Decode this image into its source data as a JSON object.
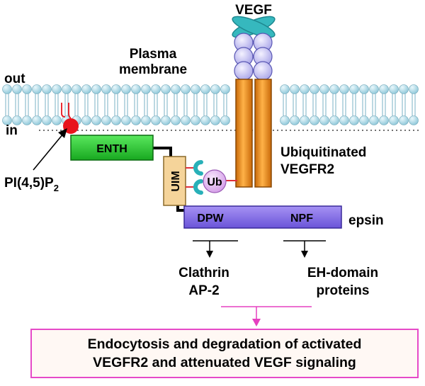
{
  "labels": {
    "vegf": "VEGF",
    "plasma_membrane_line1": "Plasma",
    "plasma_membrane_line2": "membrane",
    "out": "out",
    "in": "in",
    "pip2_main": "PI(4,5)P",
    "pip2_sub": "2",
    "enth": "ENTH",
    "uim": "UIM",
    "ub": "Ub",
    "receptor_line1": "Ubiquitinated",
    "receptor_line2": "VEGFR2",
    "dpw": "DPW",
    "npf": "NPF",
    "epsin": "epsin",
    "clathrin_line1": "Clathrin",
    "clathrin_line2": "AP-2",
    "eh_line1": "EH-domain",
    "eh_line2": "proteins"
  },
  "outcome": {
    "line1": "Endocytosis and degradation of activated",
    "line2": "VEGFR2 and attenuated VEGF signaling"
  },
  "colors": {
    "membrane_head": "#b6e0ec",
    "membrane_tail": "#79b0c4",
    "vegf": "#36b8be",
    "ig_domain": "#c8c5ee",
    "receptor": "#f08a1e",
    "enth": "#22cc2a",
    "uim": "#f5d49a",
    "ub": "#e0b4ee",
    "epsin_bar": "#8a72ea",
    "pip2_head": "#e8141c",
    "outcome_border": "#e64ac8",
    "arrow_magenta": "#e640c0"
  }
}
